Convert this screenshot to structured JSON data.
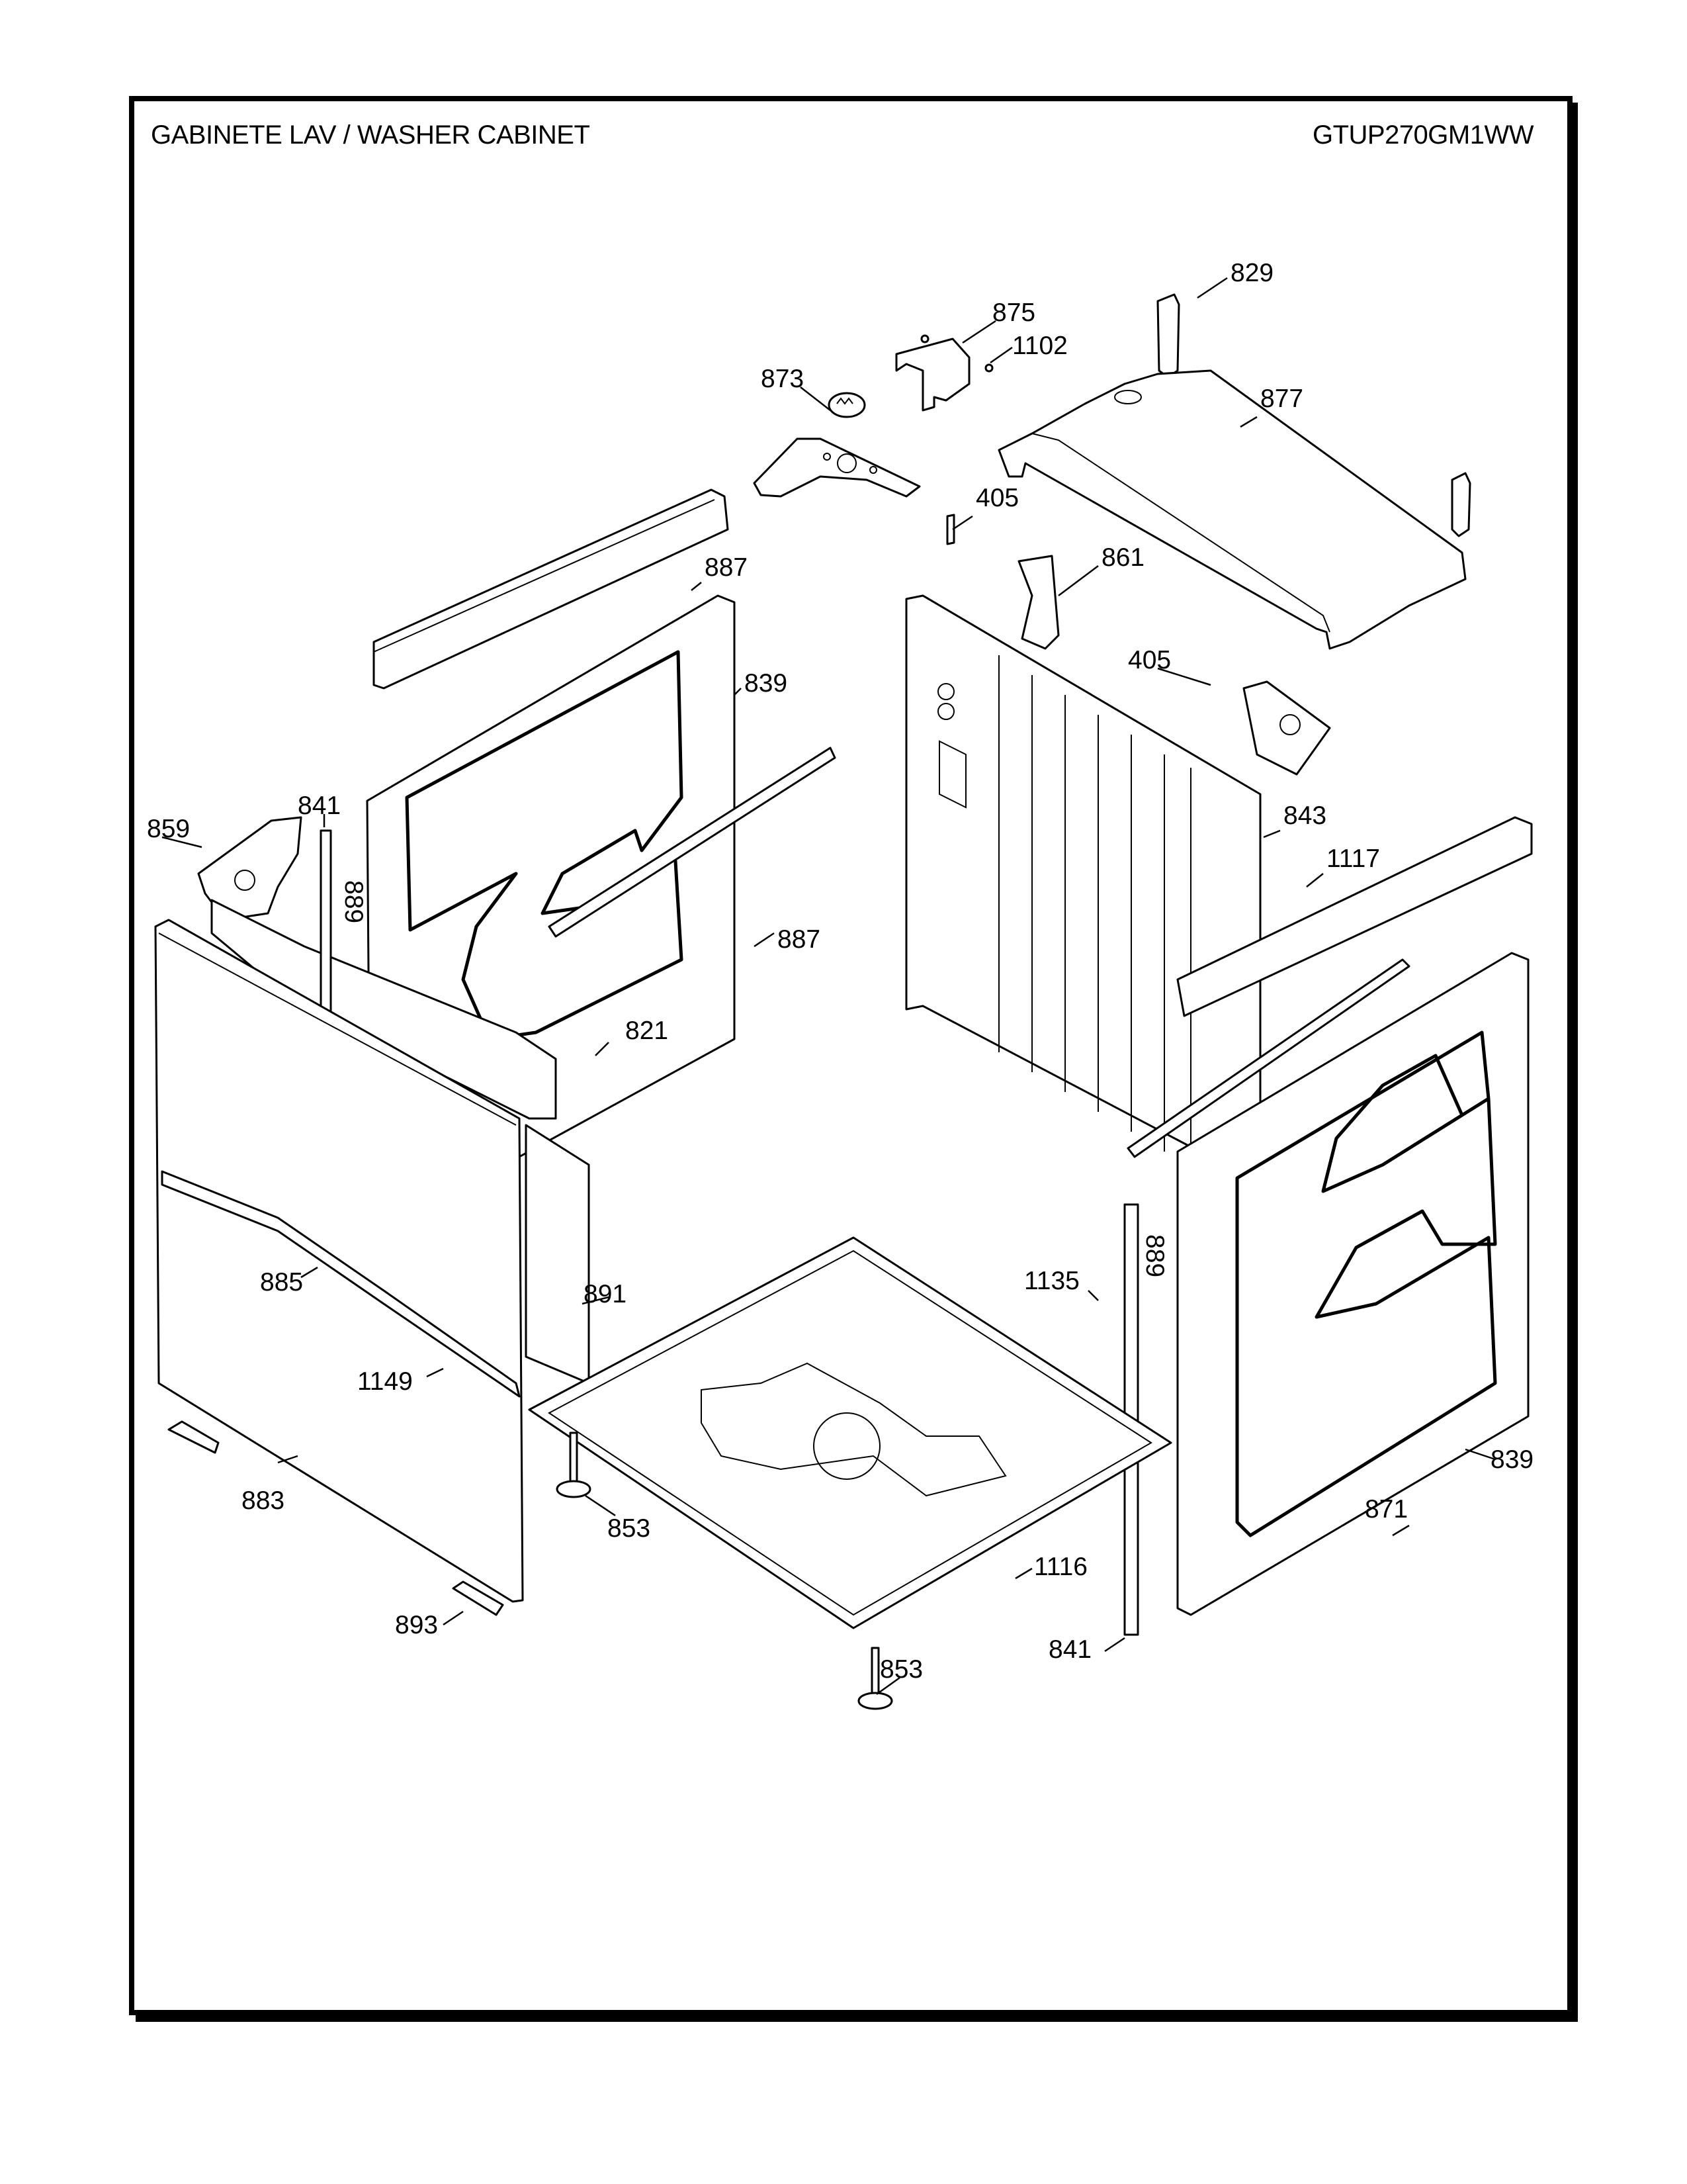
{
  "header": {
    "title": "GABINETE LAV / WASHER CABINET",
    "model_number": "GTUP270GM1WW"
  },
  "callouts": {
    "c829": "829",
    "c875": "875",
    "c1102": "1102",
    "c873": "873",
    "c877": "877",
    "c405a": "405",
    "c887a": "887",
    "c861": "861",
    "c839a": "839",
    "c405b": "405",
    "c859": "859",
    "c841a": "841",
    "c889a": "889",
    "c843": "843",
    "c1117": "1117",
    "c887b": "887",
    "c821": "821",
    "c885": "885",
    "c891": "891",
    "c1135": "1135",
    "c889b": "889",
    "c1149": "1149",
    "c883": "883",
    "c853a": "853",
    "c839b": "839",
    "c871": "871",
    "c1116": "1116",
    "c893": "893",
    "c841b": "841",
    "c853b": "853"
  }
}
